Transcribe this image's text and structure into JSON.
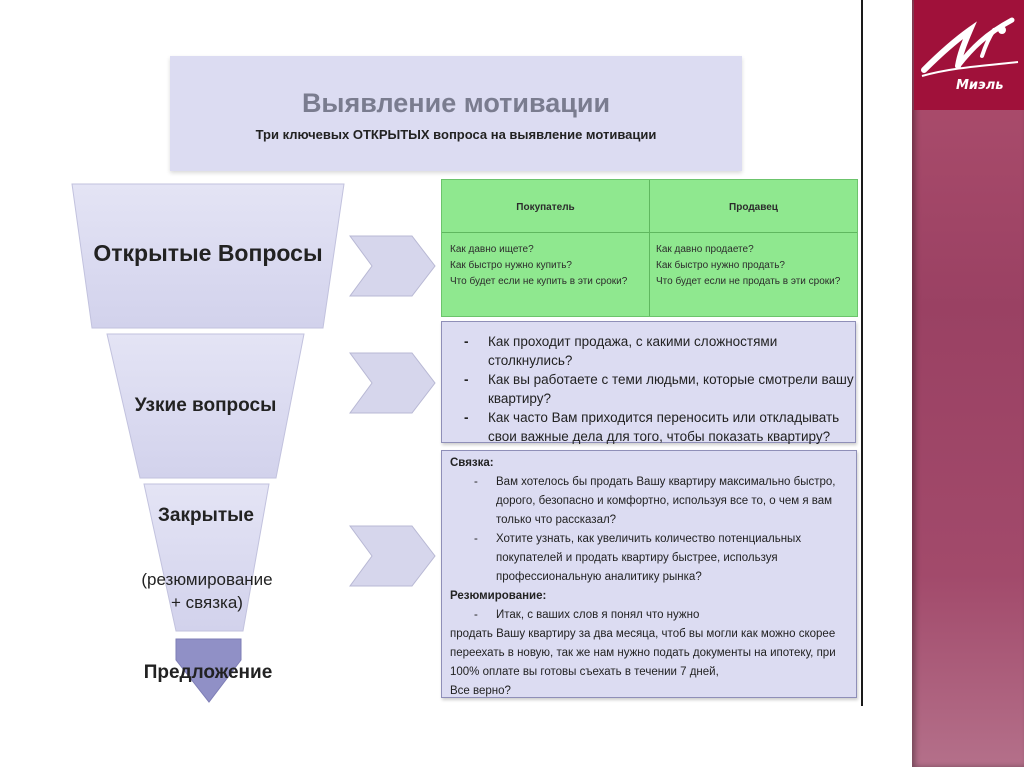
{
  "header": {
    "title": "Выявление мотивации",
    "subtitle": "Три ключевых ОТКРЫТЫХ вопроса на выявление мотивации"
  },
  "logo": {
    "text": "Миэль"
  },
  "funnel": {
    "stage1": "Открытые Вопросы",
    "stage2": "Узкие вопросы",
    "stage3": "Закрытые",
    "stage3_note": "(резюмирование + связка)",
    "stage4": "Предложение"
  },
  "open_table": {
    "buyer_header": "Покупатель",
    "seller_header": "Продавец",
    "buyer_questions": [
      "Как давно ищете?",
      "Как быстро нужно купить?",
      "Что будет если не купить в эти сроки?"
    ],
    "seller_questions": [
      "Как давно продаете?",
      "Как быстро нужно продать?",
      "Что будет если не продать в эти сроки?"
    ]
  },
  "narrow_questions": [
    "Как проходит продажа, с какими сложностями столкнулись?",
    "Как вы работаете с теми людьми, которые смотрели вашу квартиру?",
    "Как часто Вам приходится переносить или откладывать свои важные дела для того, чтобы показать квартиру?"
  ],
  "closed": {
    "link_label": "Связка:",
    "link_items": [
      "Вам хотелось бы продать Вашу квартиру максимально быстро, дорого, безопасно и комфортно, используя все то, о чем я вам только что рассказал?",
      "Хотите узнать, как увеличить количество потенциальных покупателей и продать квартиру быстрее, используя профессиональную аналитику рынка?"
    ],
    "summary_label": "Резюмирование:",
    "summary_item": "Итак, с ваших слов я понял что нужно",
    "summary_text": "продать Вашу квартиру за два месяца, чтоб вы могли как можно скорее переехать в новую, так же нам нужно подать документы на ипотеку, при 100% оплате вы готовы съехать в течении 7 дней,",
    "summary_question": "Все верно?"
  },
  "colors": {
    "brand": "#a0113a",
    "funnel_fill": "#dcdcf2",
    "table_green": "#8fe88f",
    "arrow_fill": "#d6d6ec"
  }
}
